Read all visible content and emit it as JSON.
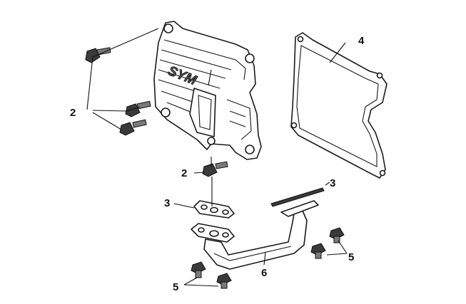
{
  "diagram": {
    "brand_text": "SYM",
    "callouts": {
      "left_bolts": "2",
      "lower_bolt": "2",
      "gasket": "4",
      "oring": "3",
      "flange_gasket": "3",
      "pipe": "6",
      "bolts_left": "5",
      "bolts_right": "5"
    }
  }
}
